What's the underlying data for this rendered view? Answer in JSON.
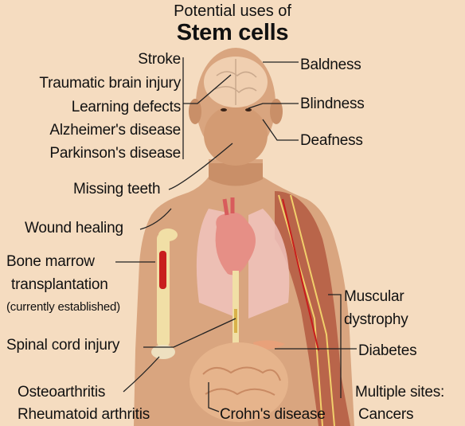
{
  "title": {
    "line1": "Potential uses of",
    "line2": "Stem cells"
  },
  "left_labels": {
    "stroke": "Stroke",
    "tbi": "Traumatic brain injury",
    "learning": "Learning defects",
    "alzheimers": "Alzheimer's disease",
    "parkinsons": "Parkinson's disease",
    "teeth": "Missing teeth",
    "wound": "Wound healing",
    "bone_marrow_1": "Bone marrow",
    "bone_marrow_2": "transplantation",
    "bone_marrow_3": "(currently established)",
    "spinal": "Spinal cord injury",
    "osteo": "Osteoarthritis",
    "rheuma": "Rheumatoid arthritis"
  },
  "right_labels": {
    "baldness": "Baldness",
    "blindness": "Blindness",
    "deafness": "Deafness",
    "muscular_1": "Muscular",
    "muscular_2": "dystrophy",
    "diabetes": "Diabetes",
    "multiple_1": "Multiple sites:",
    "multiple_2": "Cancers"
  },
  "bottom_labels": {
    "crohns": "Crohn's disease"
  },
  "colors": {
    "background": "#f5dcc0",
    "skin": "#d9a57f",
    "skin_shadow": "#c98f68",
    "brain": "#f0cfb0",
    "bone": "#f1dfa6",
    "marrow": "#c81e1e",
    "muscle": "#b9654a",
    "heart": "#e68f86",
    "lung": "#f0c3bd",
    "intestine": "#e6b48c",
    "line": "#222222"
  }
}
